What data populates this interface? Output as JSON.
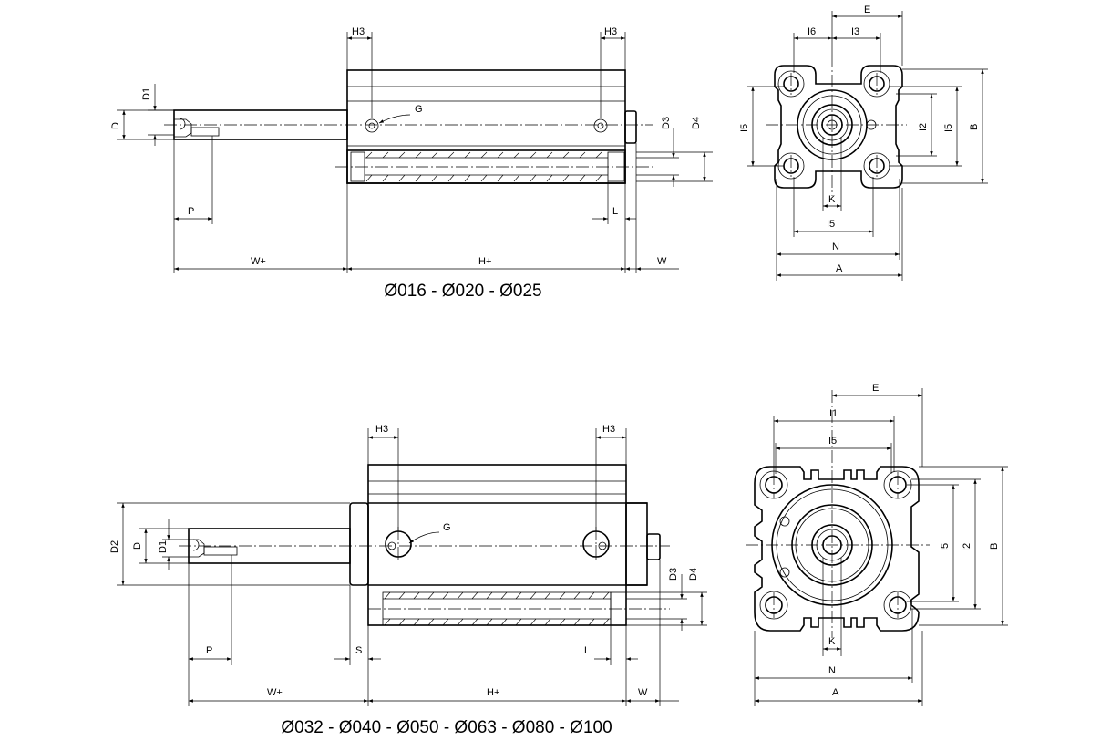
{
  "top": {
    "caption": "Ø016 - Ø020 - Ø025",
    "side_labels": {
      "h3_left": "H3",
      "h3_right": "H3",
      "g": "G",
      "d1": "D1",
      "d": "D",
      "d3": "D3",
      "d4": "D4",
      "p": "P",
      "l": "L",
      "w_plus": "W+",
      "h_plus": "H+",
      "w": "W"
    },
    "front_labels": {
      "e": "E",
      "i6": "I6",
      "i3": "I3",
      "i5_left": "I5",
      "i2": "I2",
      "i5_right": "I5",
      "b": "B",
      "k": "K",
      "i5_bottom": "I5",
      "n": "N",
      "a": "A"
    }
  },
  "bottom": {
    "caption": "Ø032 - Ø040 - Ø050 - Ø063 - Ø080 - Ø100",
    "side_labels": {
      "h3_left": "H3",
      "h3_right": "H3",
      "g": "G",
      "d2": "D2",
      "d": "D",
      "d1": "D1",
      "d3": "D3",
      "d4": "D4",
      "p": "P",
      "s": "S",
      "l": "L",
      "w_plus": "W+",
      "h_plus": "H+",
      "w": "W"
    },
    "front_labels": {
      "e": "E",
      "i1": "I1",
      "i5_top": "I5",
      "i5_right": "I5",
      "i2": "I2",
      "b": "B",
      "k": "K",
      "n": "N",
      "a": "A"
    }
  }
}
